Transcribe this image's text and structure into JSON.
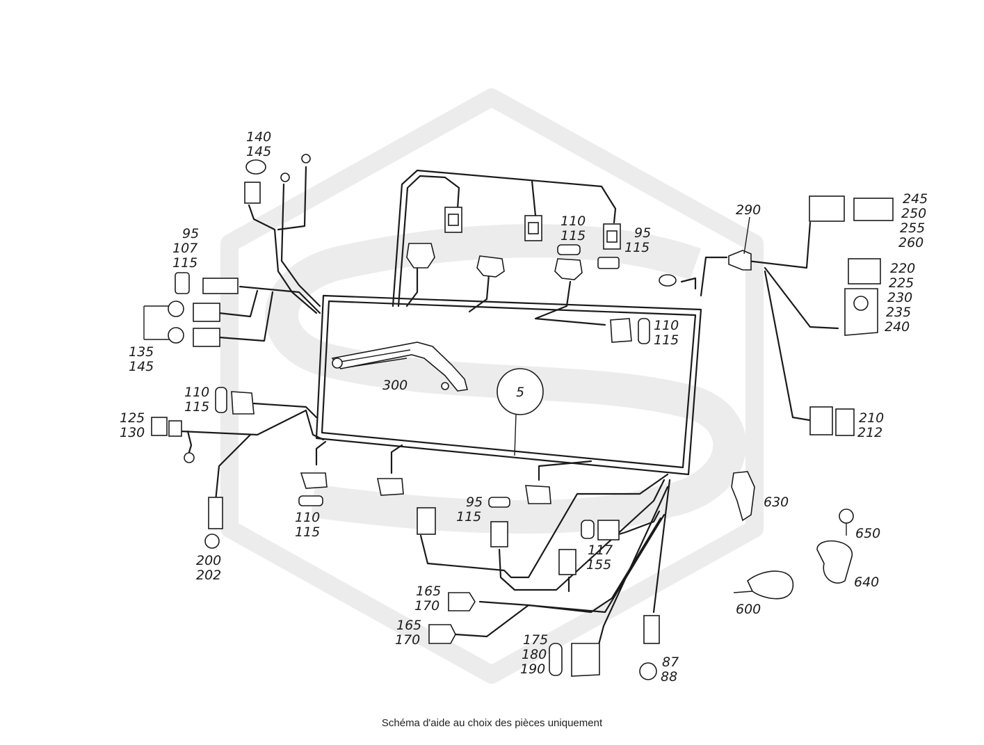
{
  "caption": "Schéma d'aide au choix des pièces uniquement",
  "center_marker": "5",
  "callouts": [
    {
      "id": "c-140-145",
      "lines": [
        "140",
        "145"
      ]
    },
    {
      "id": "c-95-107-115",
      "lines": [
        "95",
        "107",
        "115"
      ]
    },
    {
      "id": "c-135-145",
      "lines": [
        "135",
        "145"
      ]
    },
    {
      "id": "c-110-115-left",
      "lines": [
        "110",
        "115"
      ]
    },
    {
      "id": "c-125-130",
      "lines": [
        "125",
        "130"
      ]
    },
    {
      "id": "c-200-202",
      "lines": [
        "200",
        "202"
      ]
    },
    {
      "id": "c-110-115-bottom",
      "lines": [
        "110",
        "115"
      ]
    },
    {
      "id": "c-300",
      "lines": [
        "300"
      ]
    },
    {
      "id": "c-110-115-top",
      "lines": [
        "110",
        "115"
      ]
    },
    {
      "id": "c-95-115-top",
      "lines": [
        "95",
        "115"
      ]
    },
    {
      "id": "c-110-115-right",
      "lines": [
        "110",
        "115"
      ]
    },
    {
      "id": "c-290",
      "lines": [
        "290"
      ]
    },
    {
      "id": "c-245-260",
      "lines": [
        "245",
        "250",
        "255",
        "260"
      ]
    },
    {
      "id": "c-220-240",
      "lines": [
        "220",
        "225",
        "230",
        "235",
        "240"
      ]
    },
    {
      "id": "c-210-212",
      "lines": [
        "210",
        "212"
      ]
    },
    {
      "id": "c-95-115-bottom",
      "lines": [
        "95",
        "115"
      ]
    },
    {
      "id": "c-117-155",
      "lines": [
        "117",
        "155"
      ]
    },
    {
      "id": "c-165-170-a",
      "lines": [
        "165",
        "170"
      ]
    },
    {
      "id": "c-165-170-b",
      "lines": [
        "165",
        "170"
      ]
    },
    {
      "id": "c-175-190",
      "lines": [
        "175",
        "180",
        "190"
      ]
    },
    {
      "id": "c-87-88",
      "lines": [
        "87",
        "88"
      ]
    },
    {
      "id": "c-630",
      "lines": [
        "630"
      ]
    },
    {
      "id": "c-650",
      "lines": [
        "650"
      ]
    },
    {
      "id": "c-640",
      "lines": [
        "640"
      ]
    },
    {
      "id": "c-600",
      "lines": [
        "600"
      ]
    }
  ],
  "colors": {
    "watermark": "#ececec",
    "line": "#1a1a1a",
    "background": "#ffffff"
  }
}
